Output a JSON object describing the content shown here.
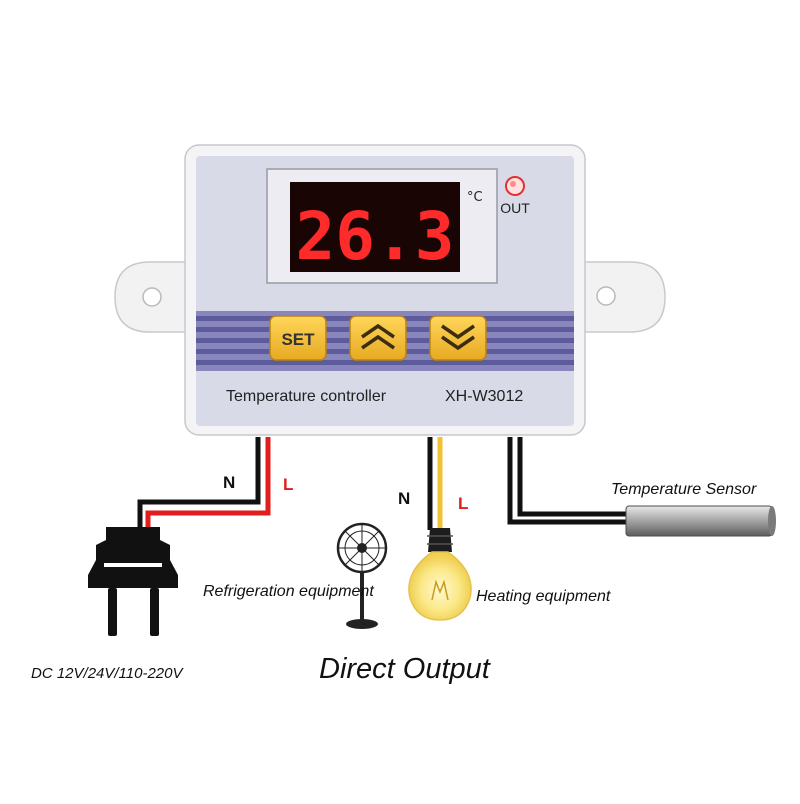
{
  "device": {
    "display_value": "26.3",
    "unit": "°C",
    "out_label": "OUT",
    "buttons": {
      "set": "SET",
      "up_icon": "chevron-up-double-icon",
      "down_icon": "chevron-down-double-icon"
    },
    "caption": "Temperature controller",
    "model": "XH-W3012"
  },
  "wiring": {
    "power_n": "N",
    "power_l": "L",
    "output_n": "N",
    "output_l": "L"
  },
  "labels": {
    "sensor": "Temperature Sensor",
    "refrigeration": "Refrigeration equipment",
    "heating": "Heating equipment",
    "power": "DC 12V/24V/110-220V",
    "title": "Direct Output"
  },
  "colors": {
    "display_bg": "#1a0505",
    "segment_red": "#ff2a2a",
    "button_yellow": "#f4c436",
    "stripe_purple": "#6b68a6",
    "panel_gray": "#d8dae8",
    "wire_red": "#e11d1d",
    "wire_yellow": "#f1c232"
  }
}
